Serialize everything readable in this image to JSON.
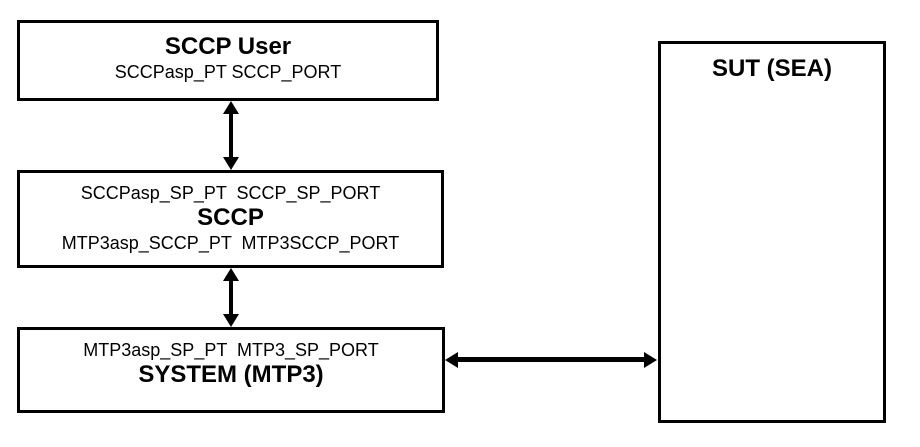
{
  "diagram": {
    "background_color": "#ffffff",
    "line_color": "#000000",
    "text_color": "#000000",
    "boxes": {
      "sccp_user": {
        "title": "SCCP User",
        "ports": "SCCPasp_PT SCCP_PORT"
      },
      "sccp": {
        "top_ports": "SCCPasp_SP_PT  SCCP_SP_PORT",
        "title": "SCCP",
        "bottom_ports": "MTP3asp_SCCP_PT  MTP3SCCP_PORT"
      },
      "system_mtp3": {
        "ports": "MTP3asp_SP_PT  MTP3_SP_PORT",
        "title": "SYSTEM (MTP3)"
      },
      "sut": {
        "title": "SUT (SEA)"
      }
    },
    "connections": [
      {
        "from": "sccp_user",
        "to": "sccp",
        "style": "double-headed-arrow",
        "orientation": "vertical"
      },
      {
        "from": "sccp",
        "to": "system_mtp3",
        "style": "double-headed-arrow",
        "orientation": "vertical"
      },
      {
        "from": "system_mtp3",
        "to": "sut",
        "style": "double-headed-arrow",
        "orientation": "horizontal"
      }
    ]
  }
}
